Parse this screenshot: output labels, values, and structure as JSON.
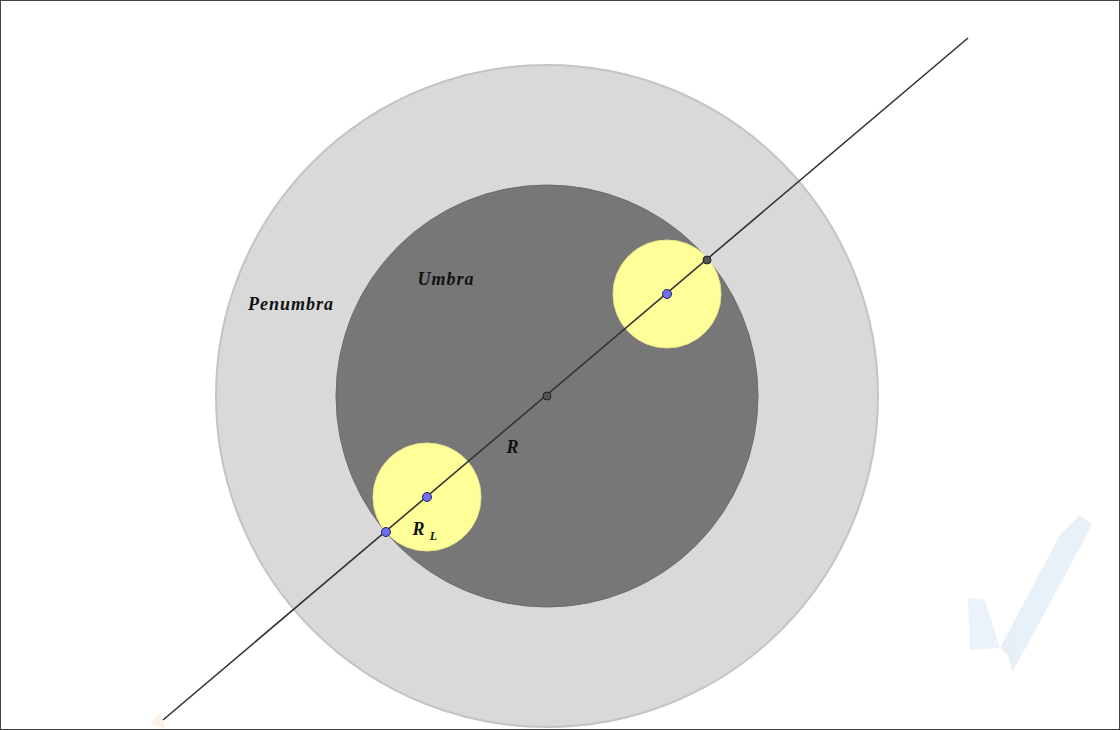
{
  "diagram": {
    "labels": [
      "Umbra",
      "Penumbra",
      "R",
      "R",
      "L"
    ]
  }
}
